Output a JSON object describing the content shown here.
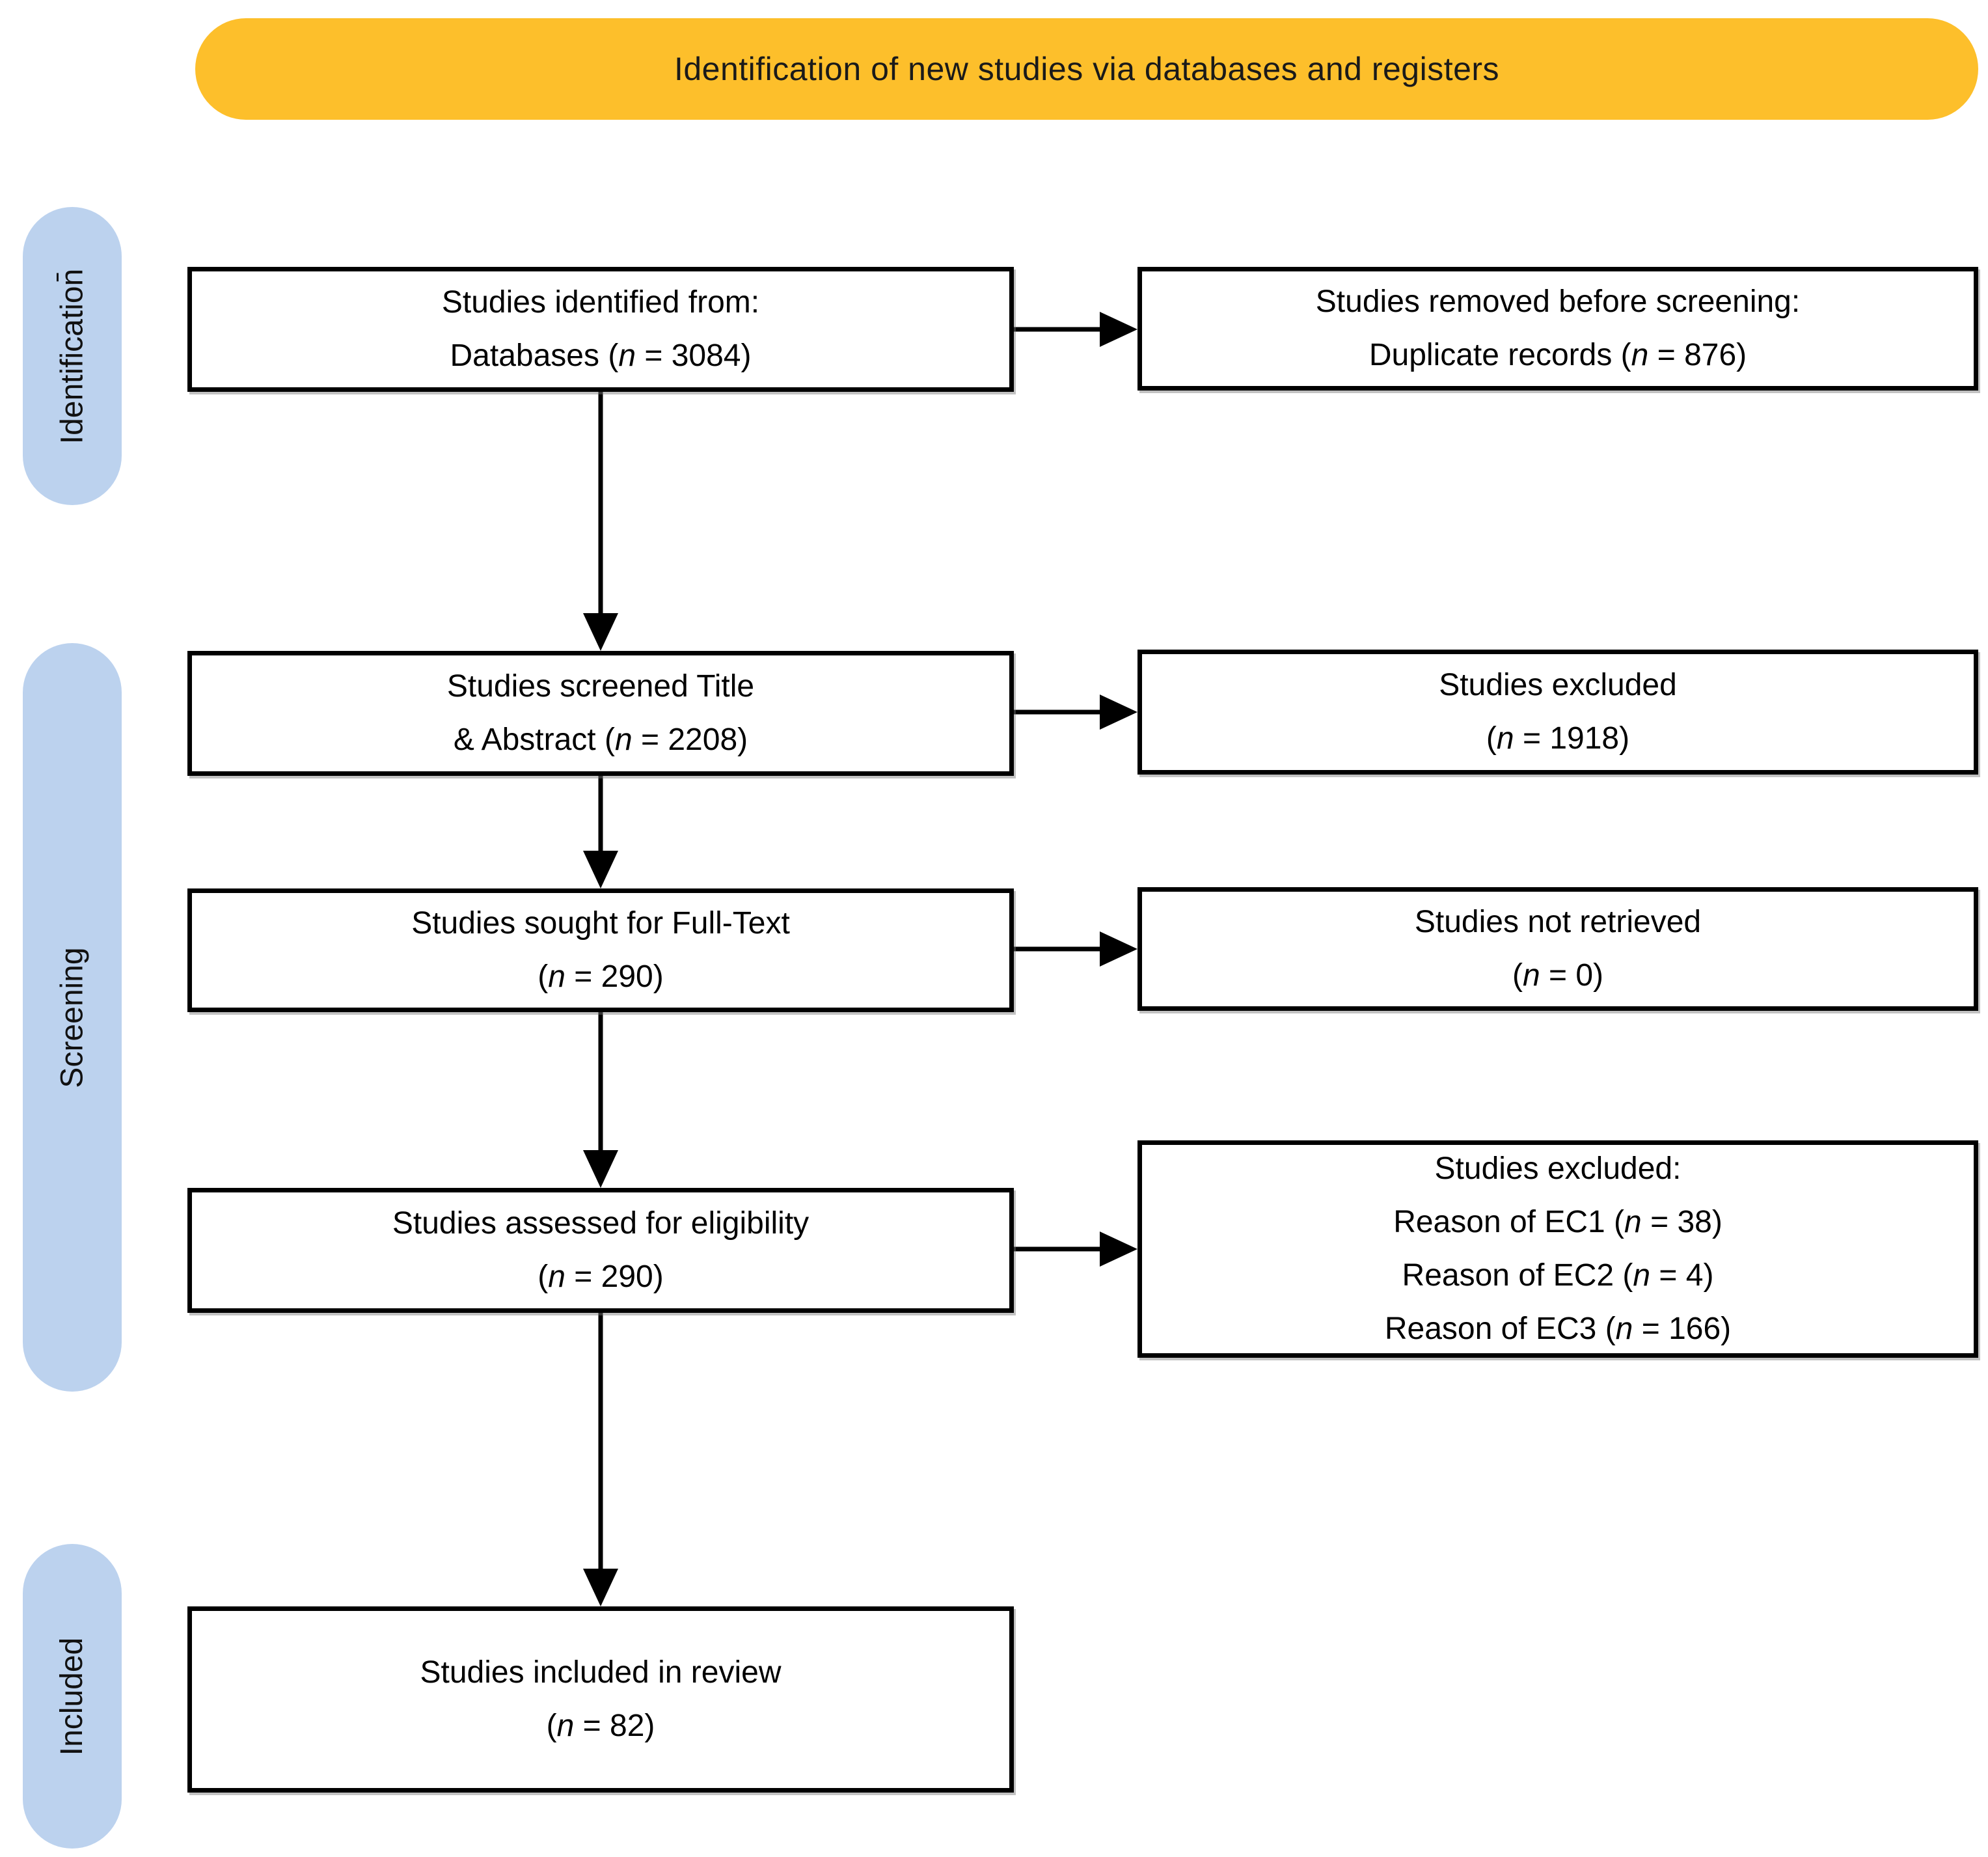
{
  "banner": {
    "title": "Identification of new studies via databases and registers"
  },
  "sidebar": {
    "items": [
      {
        "label": "Identification̄"
      },
      {
        "label": "Screening"
      },
      {
        "label": "Included"
      }
    ]
  },
  "flow": {
    "left_boxes": [
      {
        "id": "studies-identified",
        "lines": [
          "Studies identified from:",
          "Databases (n = 3084)"
        ]
      },
      {
        "id": "studies-screened",
        "lines": [
          "Studies screened Title",
          "& Abstract (n = 2208)"
        ]
      },
      {
        "id": "studies-fulltext",
        "lines": [
          "Studies sought for Full-Text",
          "(n = 290)"
        ]
      },
      {
        "id": "studies-eligibility",
        "lines": [
          "Studies assessed for eligibility",
          "(n = 290)"
        ]
      },
      {
        "id": "studies-included",
        "lines": [
          "Studies included in review",
          "(n = 82)"
        ]
      }
    ],
    "right_boxes": [
      {
        "id": "studies-removed",
        "lines": [
          "Studies removed before screening:",
          "Duplicate records (n = 876)"
        ]
      },
      {
        "id": "studies-excluded",
        "lines": [
          "Studies excluded",
          "(n = 1918)"
        ]
      },
      {
        "id": "studies-not-retrieved",
        "lines": [
          "Studies not retrieved",
          "(n = 0)"
        ]
      },
      {
        "id": "studies-excluded-reasons",
        "lines": [
          "Studies excluded:",
          "Reason of EC1 (n = 38)",
          "Reason of EC2 (n = 4)",
          "Reason of EC3 (n = 166)"
        ]
      }
    ]
  },
  "colors": {
    "banner_bg": "#FDBF2B",
    "stage_bg": "#BCD2EE",
    "box_border": "#000000",
    "arrow": "#000000"
  }
}
